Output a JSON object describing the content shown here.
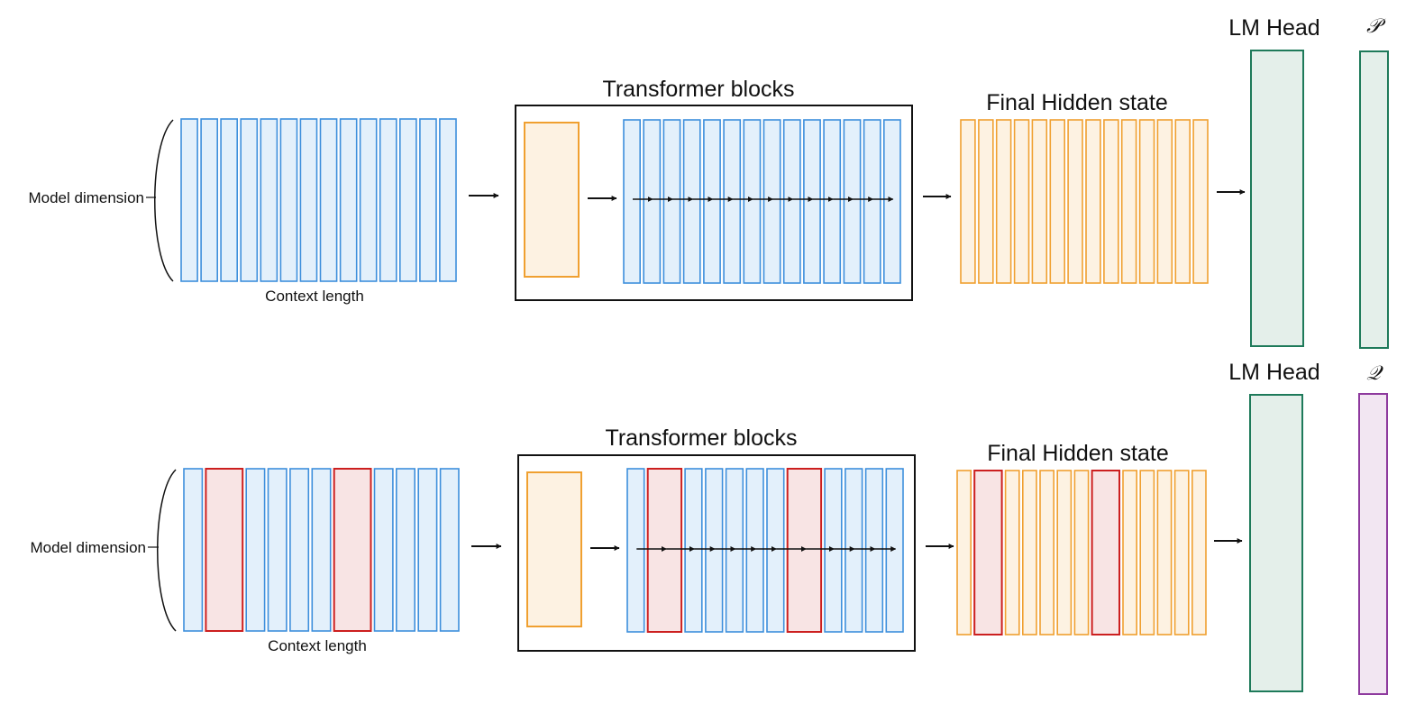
{
  "colors": {
    "blue_stroke": "#3d8fdc",
    "blue_fill": "#e3f0fb",
    "orange_stroke": "#f0a030",
    "orange_fill": "#fdf2e2",
    "red_stroke": "#cc1f1f",
    "red_fill": "#f8e4e4",
    "green_stroke": "#1e7a5a",
    "green_fill": "#e4efea",
    "purple_stroke": "#8e3a9e",
    "purple_fill": "#f2e6f2",
    "line": "#111111"
  },
  "rows": [
    {
      "model_dimension_label": "Model dimension",
      "context_length_label": "Context length",
      "transformer_label": "Transformer blocks",
      "hidden_state_label": "Final Hidden state",
      "lm_head_label": "LM Head",
      "distribution_label": "𝒫",
      "input_tokens": [
        "blue",
        "blue",
        "blue",
        "blue",
        "blue",
        "blue",
        "blue",
        "blue",
        "blue",
        "blue",
        "blue",
        "blue",
        "blue",
        "blue"
      ],
      "block_tokens": [
        "blue",
        "blue",
        "blue",
        "blue",
        "blue",
        "blue",
        "blue",
        "blue",
        "blue",
        "blue",
        "blue",
        "blue",
        "blue",
        "blue"
      ],
      "hidden_tokens": [
        "orange",
        "orange",
        "orange",
        "orange",
        "orange",
        "orange",
        "orange",
        "orange",
        "orange",
        "orange",
        "orange",
        "orange",
        "orange",
        "orange"
      ],
      "distribution_color": "green"
    },
    {
      "model_dimension_label": "Model dimension",
      "context_length_label": "Context length",
      "transformer_label": "Transformer blocks",
      "hidden_state_label": "Final Hidden state",
      "lm_head_label": "LM Head",
      "distribution_label": "𝒬",
      "input_tokens": [
        "blue",
        "red",
        "blue",
        "blue",
        "blue",
        "blue",
        "red",
        "blue",
        "blue",
        "blue",
        "blue"
      ],
      "block_tokens": [
        "blue",
        "red",
        "blue",
        "blue",
        "blue",
        "blue",
        "blue",
        "red",
        "blue",
        "blue",
        "blue",
        "blue"
      ],
      "hidden_tokens": [
        "orange",
        "red",
        "orange",
        "orange",
        "orange",
        "orange",
        "orange",
        "red",
        "orange",
        "orange",
        "orange",
        "orange",
        "orange"
      ],
      "distribution_color": "purple"
    }
  ]
}
